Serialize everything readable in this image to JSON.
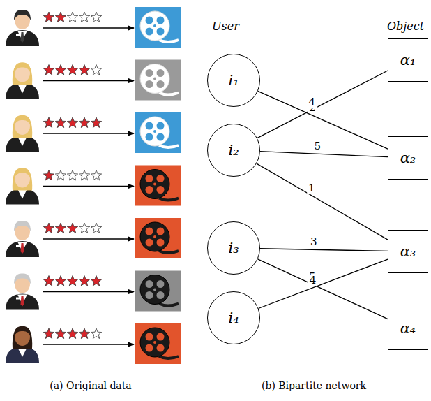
{
  "diagram": {
    "nodes": [
      {
        "text": [
          "i₁"
        ]
      },
      {
        "text": [
          "i₂"
        ]
      },
      {
        "text": [
          "i₃"
        ]
      },
      {
        "text": [
          "i₄"
        ]
      },
      {
        "text": [
          "α₁"
        ]
      },
      {
        "text": [
          "α₂"
        ]
      },
      {
        "text": [
          "α₃"
        ]
      },
      {
        "text": [
          "α₄"
        ]
      }
    ],
    "edges": [
      {
        "from": 0,
        "to": 5,
        "arrow": "none",
        "label": "2"
      },
      {
        "from": 1,
        "to": 4,
        "arrow": "none",
        "label": "4"
      },
      {
        "from": 1,
        "to": 5,
        "arrow": "none",
        "label": "5"
      },
      {
        "from": 1,
        "to": 6,
        "arrow": "none",
        "label": "1"
      },
      {
        "from": 2,
        "to": 6,
        "arrow": "none",
        "label": "3"
      },
      {
        "from": 2,
        "to": 7,
        "arrow": "none",
        "label": "5"
      },
      {
        "from": 3,
        "to": 6,
        "arrow": "none",
        "label": "4"
      }
    ],
    "labels": [
      "User",
      "Object",
      "(a) Original data",
      "(b) Bipartite network"
    ]
  }
}
